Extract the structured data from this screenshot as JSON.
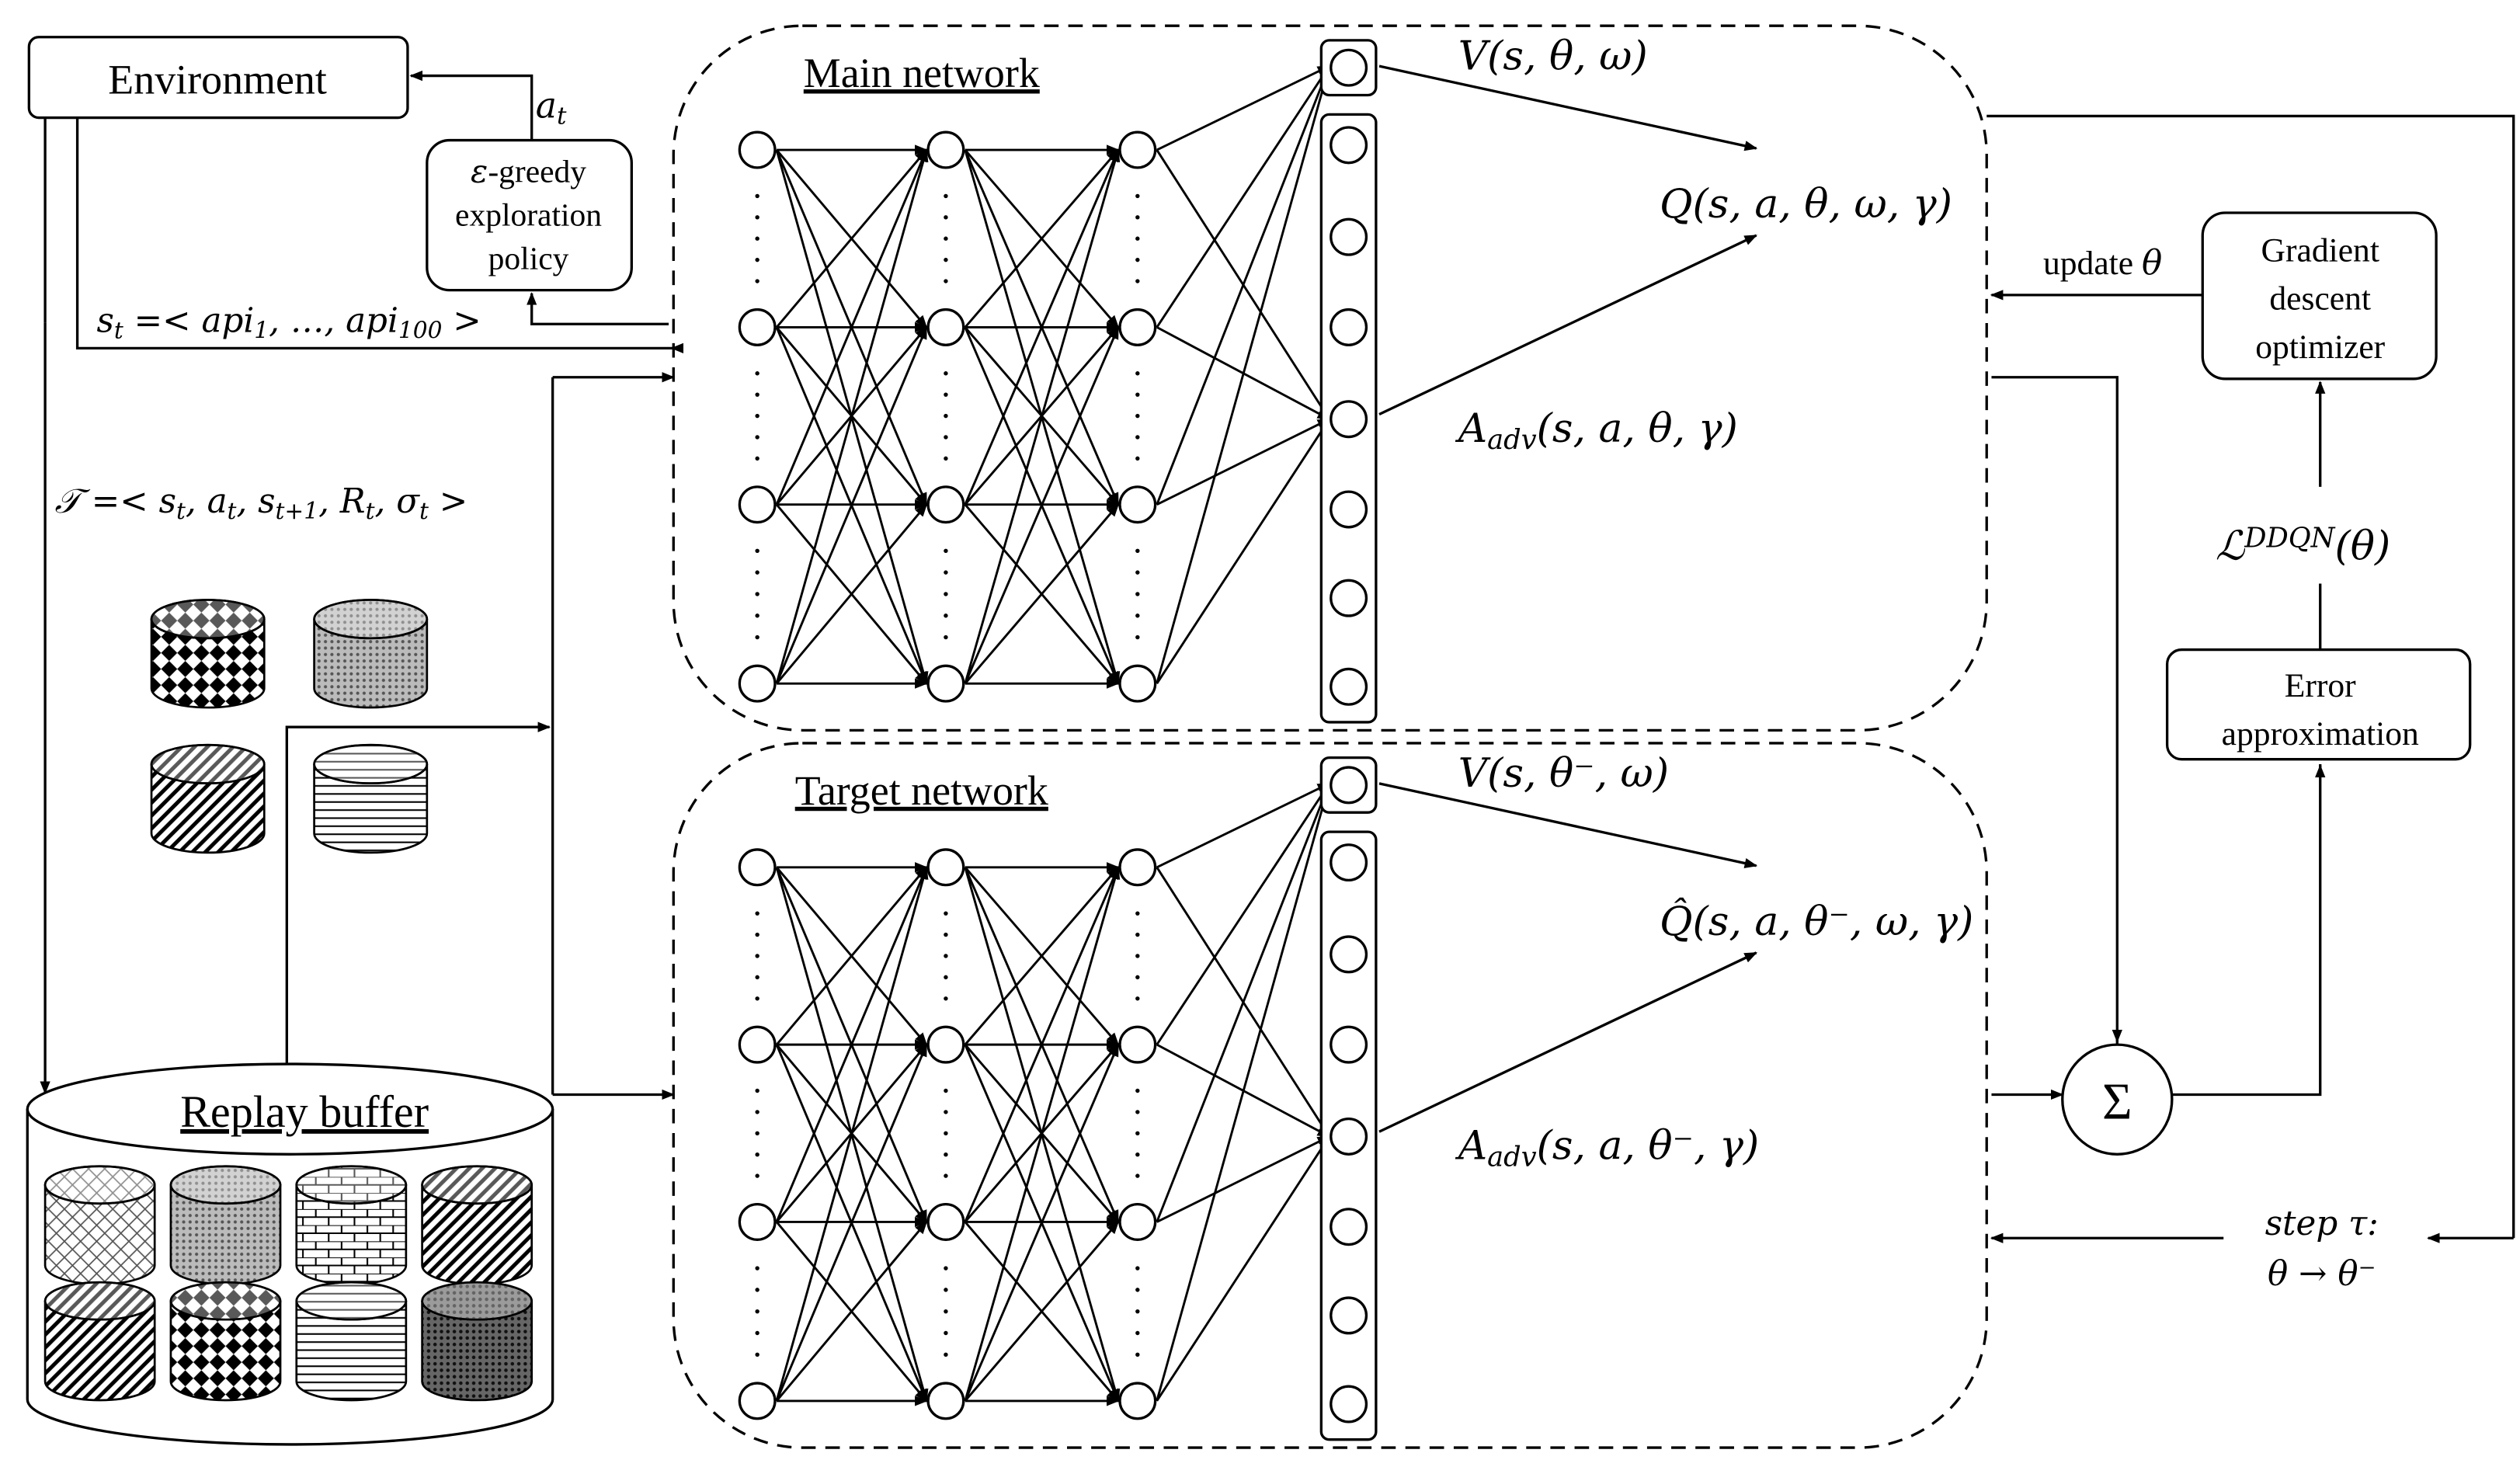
{
  "environment": {
    "label": "Environment"
  },
  "policy": {
    "lines": [
      "ε-greedy",
      "exploration",
      "policy"
    ]
  },
  "action_label": "a_t",
  "state_label": "s_t =< api_1, …, api_100 >",
  "transition_label": "𝒯  =< s_t, a_t, s_t+1, R_t, σ_t >",
  "replay_buffer": {
    "label": "Replay buffer"
  },
  "main_network": {
    "title": "Main network",
    "value_label": "V(s, θ, ω)",
    "q_label": "Q(s, a, θ, ω, γ)",
    "adv_label": "A_adv(s, a, θ, γ)"
  },
  "target_network": {
    "title": "Target network",
    "value_label": "V(s, θ⁻, ω)",
    "q_label": "Q̂(s, a, θ⁻, ω, γ)",
    "adv_label": "A_adv(s, a, θ⁻, γ)"
  },
  "optimizer": {
    "lines": [
      "Gradient",
      "descent",
      "optimizer"
    ]
  },
  "update_label": "update θ",
  "loss_label": "ℒ^DDQN(θ)",
  "error": {
    "lines": [
      "Error",
      "approximation"
    ]
  },
  "sum_symbol": "Σ",
  "step_lines": [
    "step τ:",
    "θ → θ⁻"
  ],
  "icons": [
    "cylinder-pattern-icon",
    "neuron-node-icon",
    "arrowhead-icon"
  ]
}
